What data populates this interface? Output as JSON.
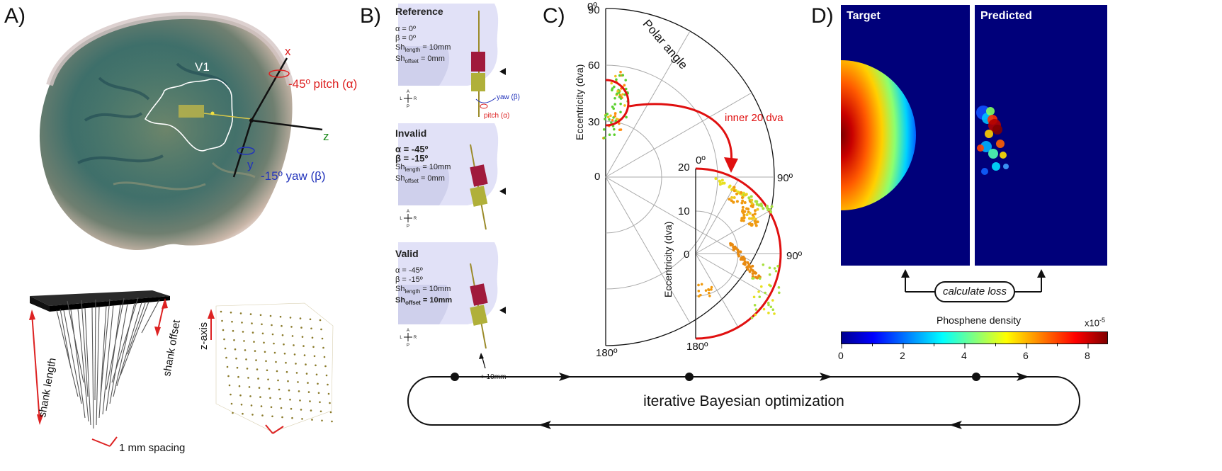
{
  "panels": {
    "a": "A)",
    "b": "B)",
    "c": "C)",
    "d": "D)"
  },
  "panel_a": {
    "region_label": "V1",
    "axes": {
      "x": "x",
      "y": "y",
      "z": "z"
    },
    "pitch_label": "-45º pitch (α)",
    "yaw_label": "-15º yaw (β)",
    "shank_length": "shank length",
    "shank_offset": "shank offset",
    "spacing": "1 mm spacing",
    "z_axis": "z-axis"
  },
  "panel_b": {
    "compass": {
      "a": "A",
      "p": "P",
      "l": "L",
      "r": "R"
    },
    "yaw": "yaw (β)",
    "pitch": "pitch (α)",
    "offset_note": "+ 10mm",
    "cases": [
      {
        "title": "Reference",
        "alpha": "α = 0º",
        "beta": "β = 0º",
        "sh_length": "= 10mm",
        "sh_offset": "= 0mm"
      },
      {
        "title": "Invalid",
        "alpha": "α = -45º",
        "beta": "β = -15º",
        "sh_length": "= 10mm",
        "sh_offset": "= 0mm"
      },
      {
        "title": "Valid",
        "alpha": "α = -45º",
        "beta": "β = -15º",
        "sh_length": "= 10mm",
        "sh_offset": "= 10mm"
      }
    ],
    "sh": "Sh",
    "sub_length": "length",
    "sub_offset": "offset"
  },
  "panel_c": {
    "polar_angle": "Polar angle",
    "ecc_label": "Eccentricity (dva)",
    "outer_ticks": [
      "90",
      "60",
      "30",
      "0"
    ],
    "inner_ticks": [
      "20",
      "10",
      "0"
    ],
    "angle_0": "0º",
    "angle_90": "90º",
    "angle_180": "180º",
    "callout": "inner 20 dva"
  },
  "panel_d": {
    "target": "Target",
    "predicted": "Predicted",
    "loss": "calculate loss",
    "colorbar_title": "Phosphene density",
    "colorbar_ticks": [
      "0",
      "2",
      "4",
      "6",
      "8"
    ],
    "colorbar_exp": "x10",
    "colorbar_exp_power": "-5"
  },
  "bottom": {
    "loop_label": "iterative Bayesian optimization"
  }
}
